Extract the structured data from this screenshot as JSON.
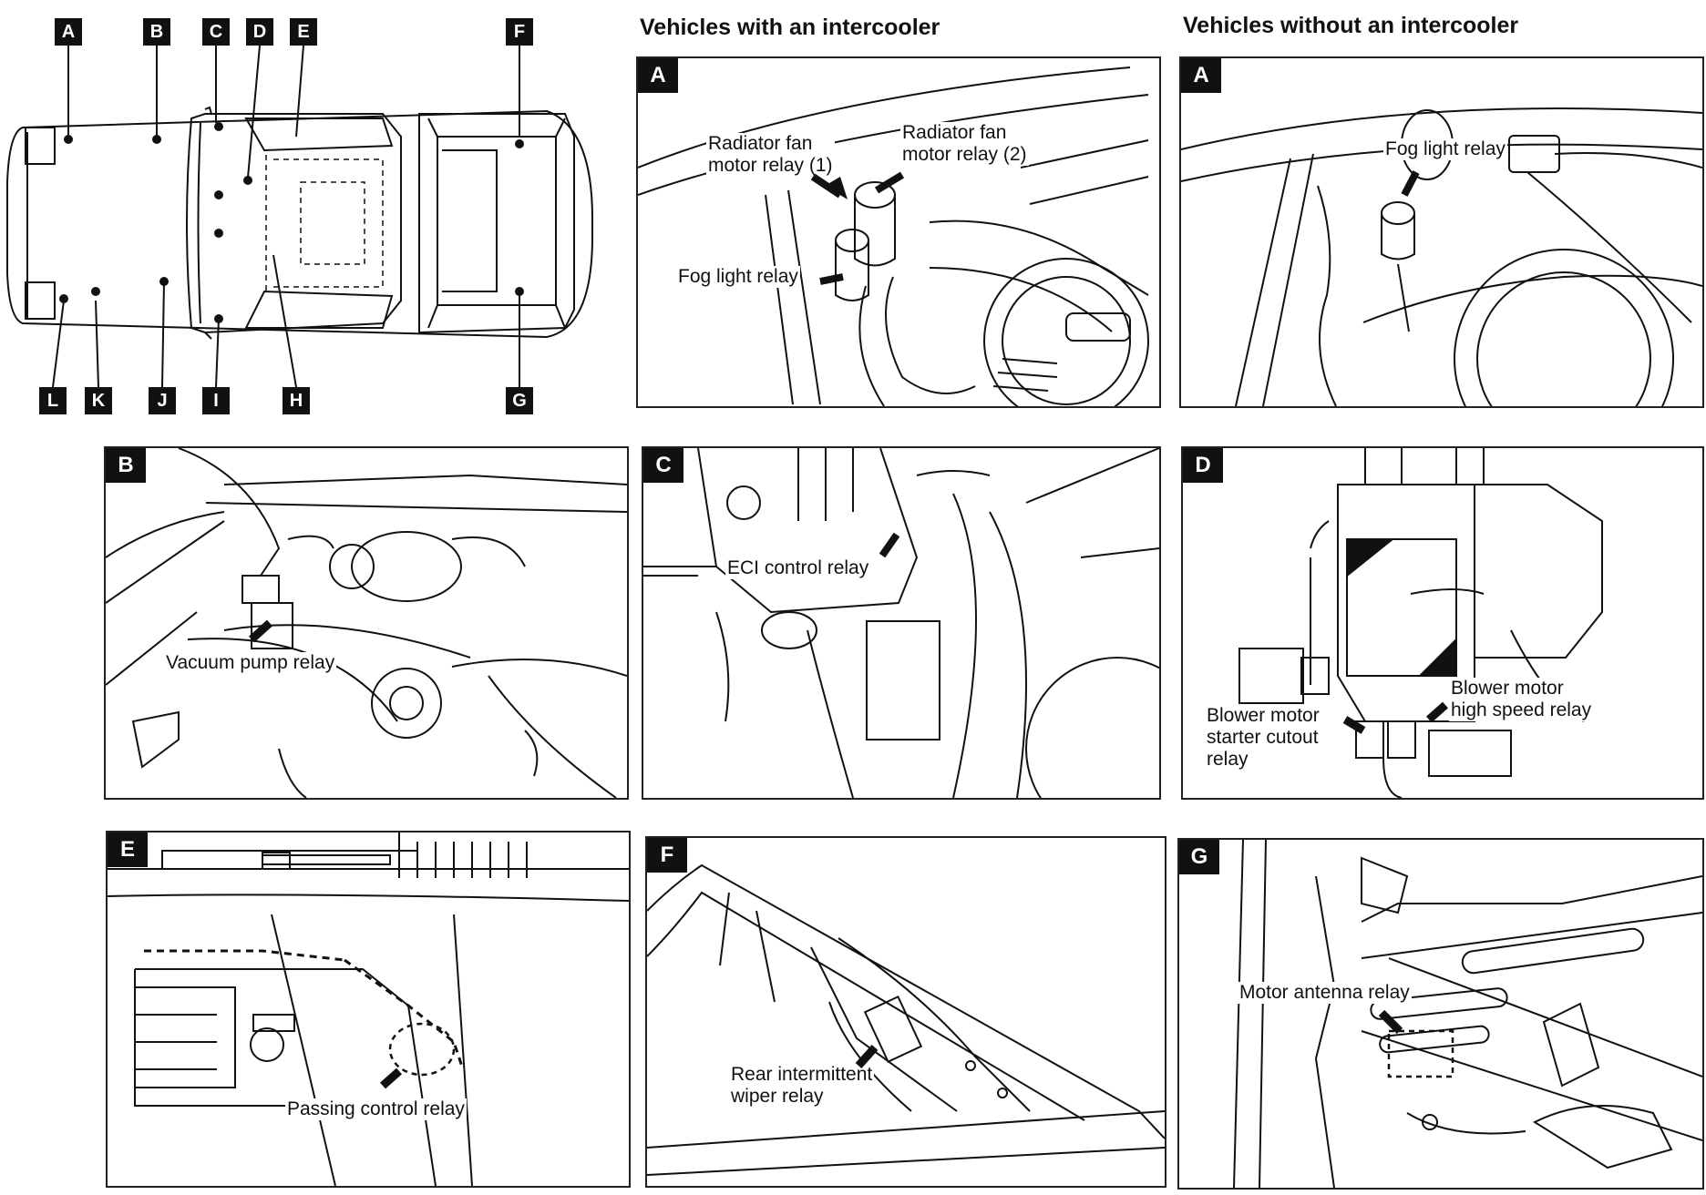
{
  "locator": {
    "top_labels": [
      "A",
      "B",
      "C",
      "D",
      "E",
      "F"
    ],
    "bottom_labels": [
      "L",
      "K",
      "J",
      "I",
      "H",
      "G"
    ]
  },
  "headers": {
    "with_intercooler": "Vehicles with an intercooler",
    "without_intercooler": "Vehicles without an intercooler"
  },
  "panels": {
    "a_with": {
      "tag": "A",
      "labels": [
        "Radiator fan\nmotor relay (1)",
        "Radiator fan\nmotor relay (2)",
        "Fog light relay"
      ]
    },
    "a_without": {
      "tag": "A",
      "labels": [
        "Fog light relay"
      ]
    },
    "b": {
      "tag": "B",
      "labels": [
        "Vacuum pump relay"
      ]
    },
    "c": {
      "tag": "C",
      "labels": [
        "ECI control relay"
      ]
    },
    "d": {
      "tag": "D",
      "labels": [
        "Blower motor\nstarter cutout\nrelay",
        "Blower motor\nhigh speed relay"
      ]
    },
    "e": {
      "tag": "E",
      "labels": [
        "Passing control relay"
      ]
    },
    "f": {
      "tag": "F",
      "labels": [
        "Rear intermittent\nwiper relay"
      ]
    },
    "g": {
      "tag": "G",
      "labels": [
        "Motor antenna relay"
      ]
    }
  }
}
